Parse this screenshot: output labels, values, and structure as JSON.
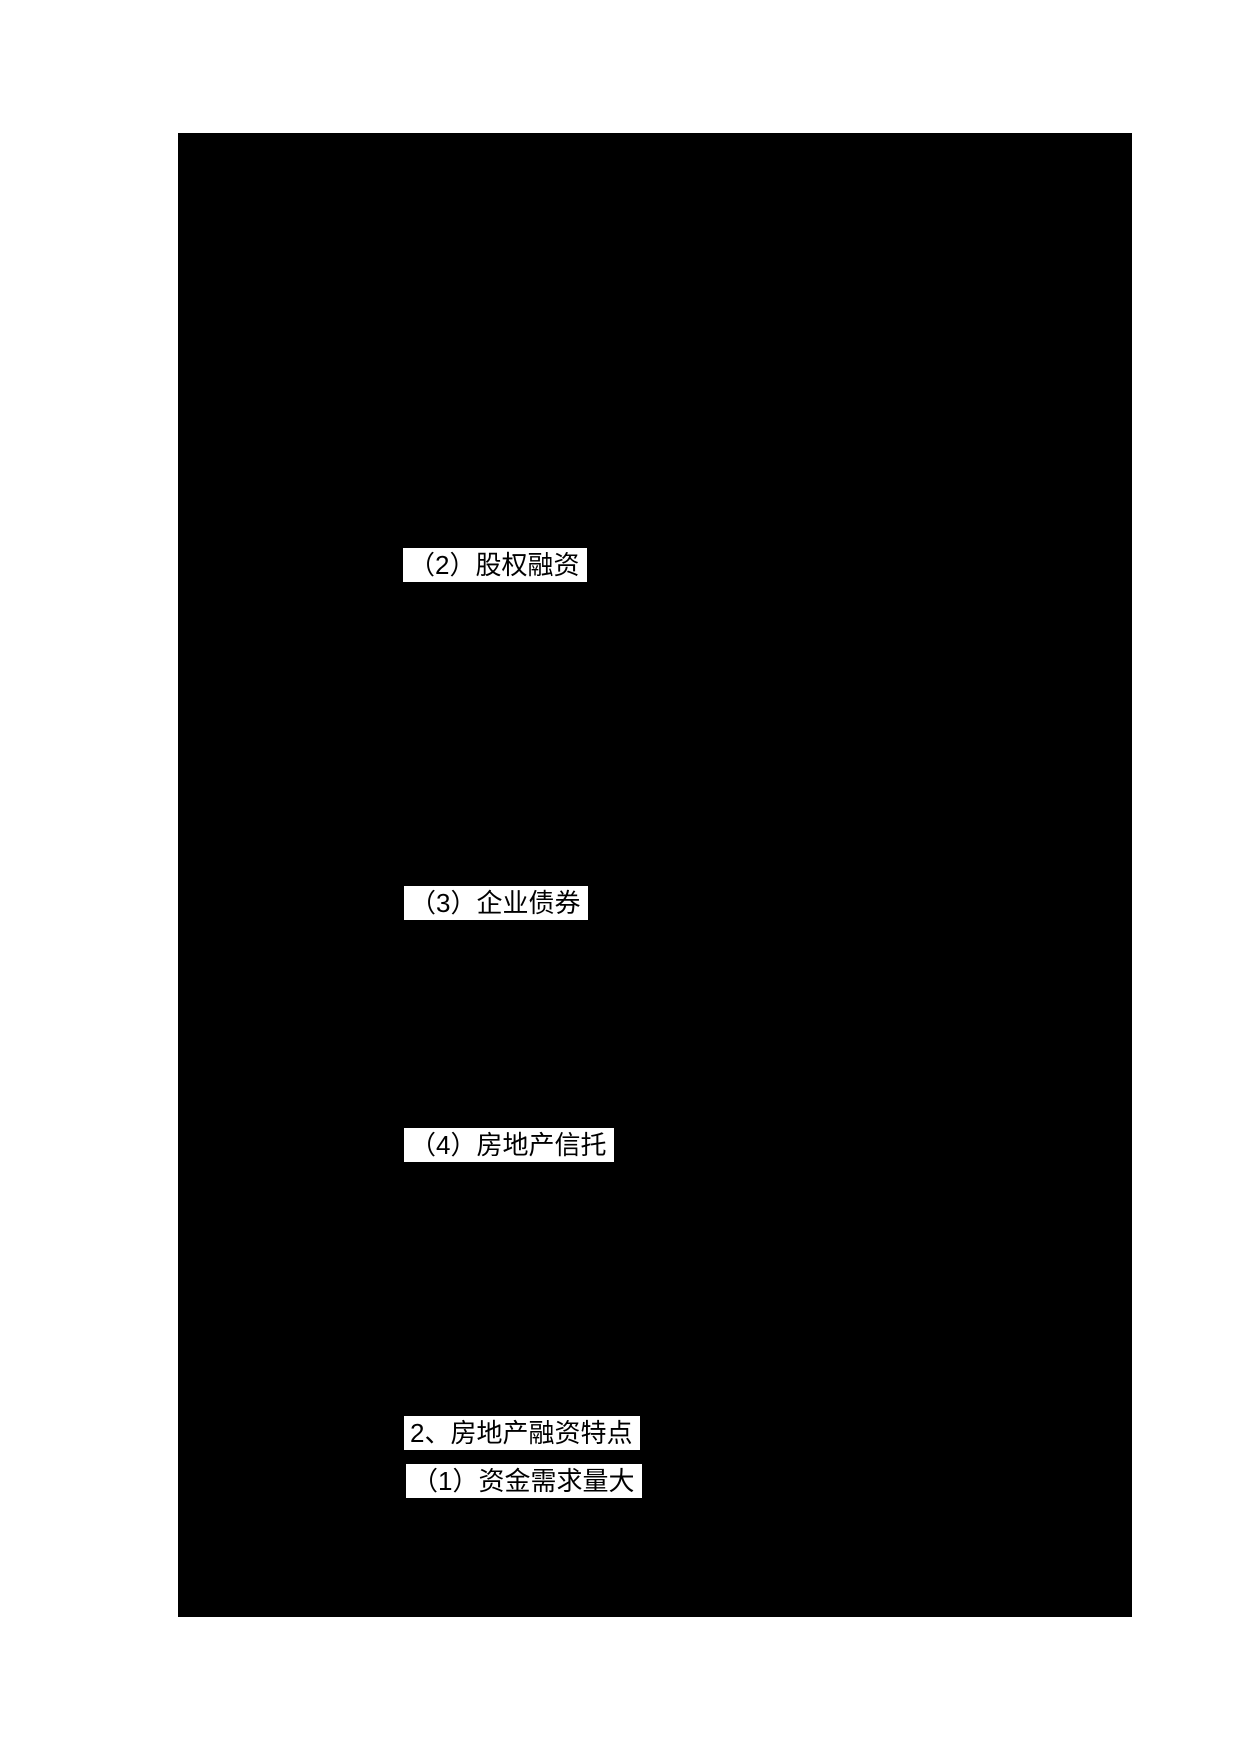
{
  "page": {
    "background_color": "#ffffff",
    "content_block_color": "#000000",
    "text_color": "#000000",
    "highlight_color": "#ffffff"
  },
  "highlights": [
    {
      "text": "（2）股权融资"
    },
    {
      "text": "（3）企业债券"
    },
    {
      "text": "（4）房地产信托"
    },
    {
      "text": "2、房地产融资特点"
    },
    {
      "text": "（1）资金需求量大"
    }
  ]
}
